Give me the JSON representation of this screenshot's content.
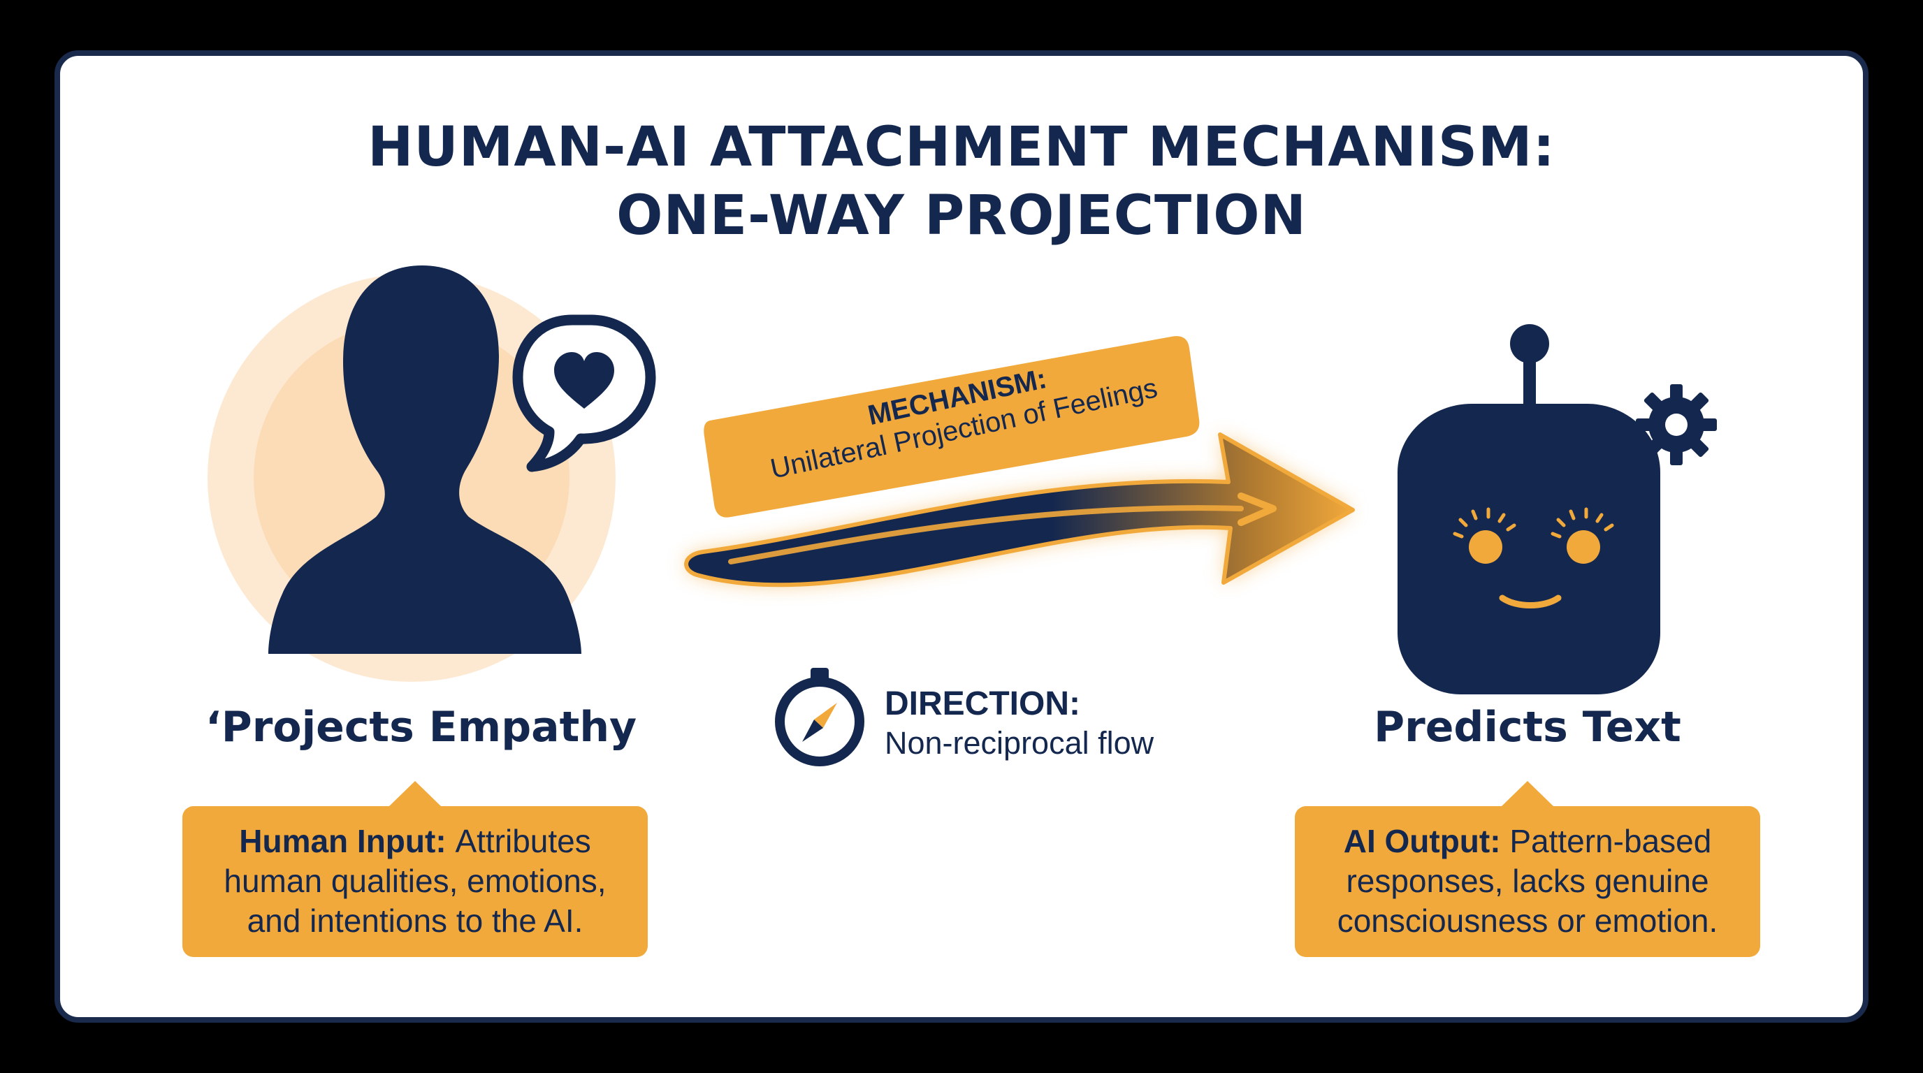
{
  "title": {
    "line1": "HUMAN-AI ATTACHMENT MECHANISM:",
    "line2": "ONE-WAY PROJECTION"
  },
  "human": {
    "icon": "person-silhouette-icon",
    "bubble_icon": "heart-speech-bubble-icon",
    "label": "‘Projects Empathy",
    "callout_heading": "Human Input:",
    "callout_text": "Attributes human qualities, emotions, and intentions to the AI."
  },
  "mechanism": {
    "heading": "MECHANISM:",
    "text": "Unilateral Projection of Feelings"
  },
  "direction": {
    "icon": "compass-icon",
    "heading": "DIRECTION:",
    "text": "Non-reciprocal flow"
  },
  "ai": {
    "icon": "robot-head-icon",
    "gear_icon": "gear-icon",
    "label": "Predicts Text",
    "callout_heading": "AI Output:",
    "callout_text": "Pattern-based responses, lacks genuine consciousness or emotion."
  },
  "colors": {
    "navy": "#14284f",
    "orange": "#f2a93b",
    "peach": "#fde9d2",
    "white": "#ffffff"
  }
}
